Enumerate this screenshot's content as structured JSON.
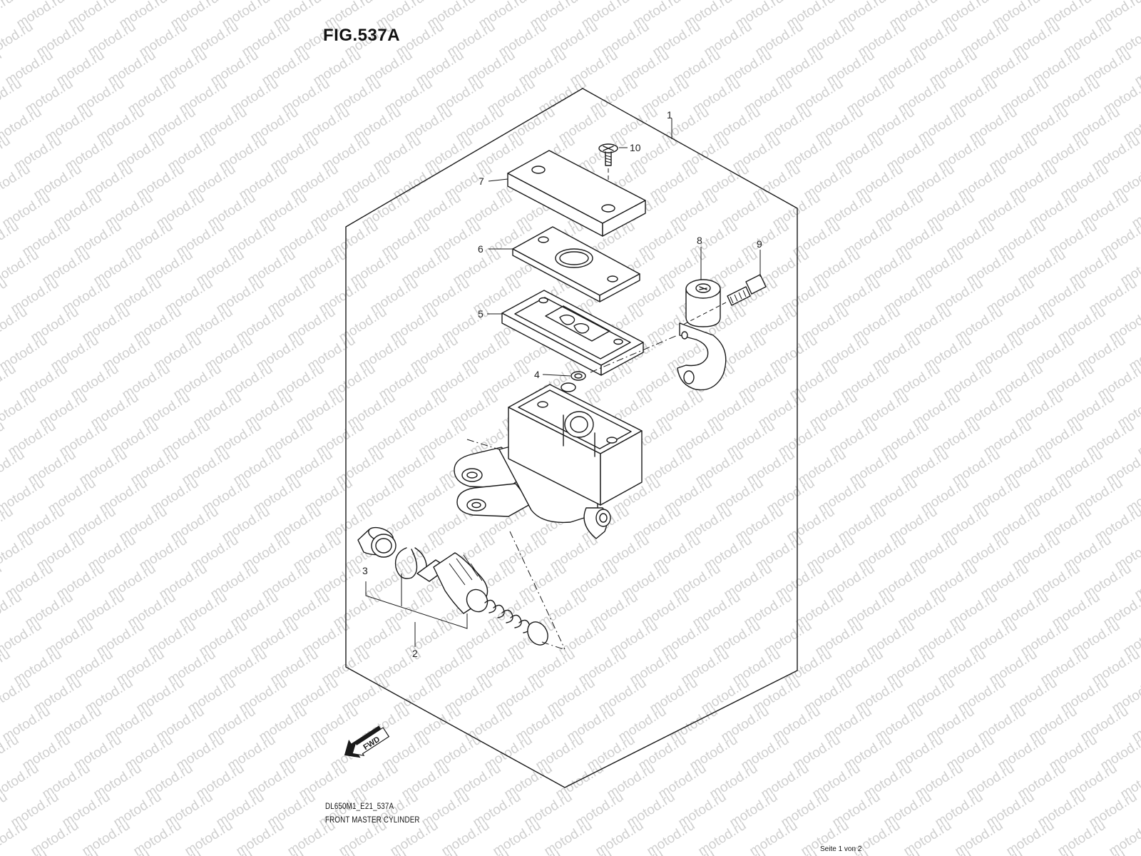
{
  "figure": {
    "title": "FIG.537A",
    "diagram_code": "DL650M1_E21_537A",
    "diagram_name": "FRONT MASTER CYLINDER",
    "page_indicator": "Seite 1 von 2",
    "watermark_text": "motod.ru",
    "fwd_label": "FWD"
  },
  "callouts": [
    {
      "id": "1",
      "label": "1"
    },
    {
      "id": "2",
      "label": "2"
    },
    {
      "id": "3",
      "label": "3"
    },
    {
      "id": "4",
      "label": "4"
    },
    {
      "id": "5",
      "label": "5"
    },
    {
      "id": "6",
      "label": "6"
    },
    {
      "id": "7",
      "label": "7"
    },
    {
      "id": "8",
      "label": "8"
    },
    {
      "id": "9",
      "label": "9"
    },
    {
      "id": "10",
      "label": "10"
    }
  ],
  "colors": {
    "line": "#1a1a1a",
    "watermark": "#cfcfcf",
    "background": "#ffffff"
  }
}
